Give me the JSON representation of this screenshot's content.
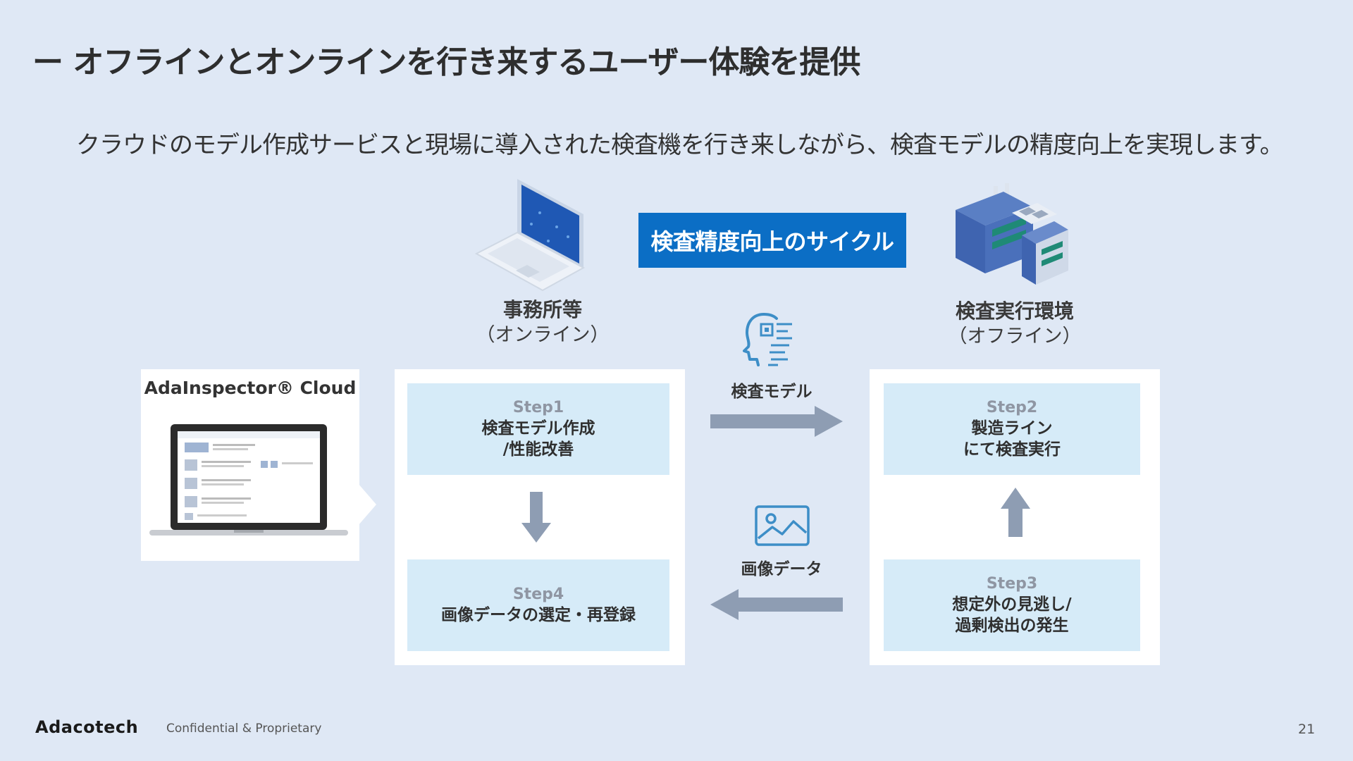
{
  "header": {
    "title": "ー オフラインとオンラインを行き来するユーザー体験を提供",
    "subtitle": "クラウドのモデル作成サービスと現場に導入された検査機を行き来しながら、検査モデルの精度向上を実現します。"
  },
  "diagram": {
    "cycle_label": "検査精度向上のサイクル",
    "online": {
      "name": "事務所等",
      "sub": "（オンライン）"
    },
    "offline": {
      "name": "検査実行環境",
      "sub": "（オフライン）"
    },
    "cloud_title": "AdaInspector® Cloud",
    "steps": [
      {
        "no": "Step1",
        "line1": "検査モデル作成",
        "line2": "/性能改善"
      },
      {
        "no": "Step2",
        "line1": "製造ライン",
        "line2": "にて検査実行"
      },
      {
        "no": "Step3",
        "line1": "想定外の見逃し/",
        "line2": "過剰検出の発生"
      },
      {
        "no": "Step4",
        "line1": "画像データの選定・再登録",
        "line2": ""
      }
    ],
    "model_label": "検査モデル",
    "image_label": "画像データ"
  },
  "colors": {
    "background": "#dfe8f5",
    "accent": "#0b6ec5",
    "step_fill": "#d6ebf8",
    "arrow": "#8e9db3",
    "icon": "#3d8ec7"
  },
  "footer": {
    "logo": "Adacotech",
    "confidential": "Confidential & Proprietary",
    "page": "21"
  }
}
